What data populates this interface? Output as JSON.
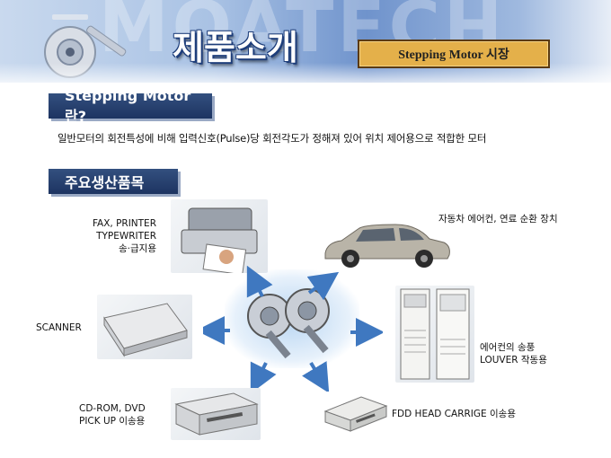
{
  "header": {
    "watermark": "MOATECH",
    "title": "제품소개",
    "subtitle": "Stepping Motor 시장"
  },
  "section_definition": {
    "label": "Stepping Motor란?",
    "text": "일반모터의 회전특성에 비해 입력신호(Pulse)당 회전각도가 정해져 있어 위치 제어용으로 적합한 모터"
  },
  "section_products": {
    "label": "주요생산품목"
  },
  "applications": {
    "printer": [
      "FAX, PRINTER",
      "TYPEWRITER",
      "송·급지용"
    ],
    "car": "자동차 에어컨, 연료 순환 장치",
    "scanner": "SCANNER",
    "aircon": [
      "에어컨의 송풍",
      "LOUVER 작동용"
    ],
    "cdrom": [
      "CD-ROM, DVD",
      "PICK UP 이송용"
    ],
    "fdd": "FDD HEAD CARRIGE 이송용"
  },
  "colors": {
    "arrow": "#3f78c0",
    "section_bg": "#1d3461",
    "subtitle_bg": "#e4b04a"
  }
}
